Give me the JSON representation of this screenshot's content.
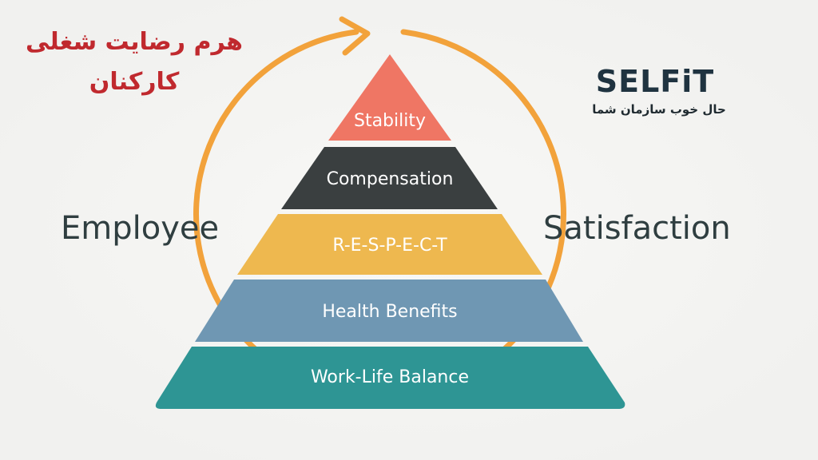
{
  "title": {
    "line1": "هرم رضایت شغلی",
    "line2": "کارکنان"
  },
  "logo": {
    "name": "SELFiT",
    "tagline": "حال خوب سازمان شما"
  },
  "side_labels": {
    "left": "Employee",
    "right": "Satisfaction"
  },
  "pyramid": {
    "tiers": [
      {
        "label": "Stability",
        "color": "#ef7664"
      },
      {
        "label": "Compensation",
        "color": "#3a3f40"
      },
      {
        "label": "R-E-S-P-E-C-T",
        "color": "#eeb84f"
      },
      {
        "label": "Health Benefits",
        "color": "#6f97b3"
      },
      {
        "label": "Work-Life Balance",
        "color": "#2e9594"
      }
    ]
  },
  "colors": {
    "cycle_arrow": "#f2a23b",
    "title_red": "#c0292e",
    "text_dark": "#2f3e40"
  }
}
